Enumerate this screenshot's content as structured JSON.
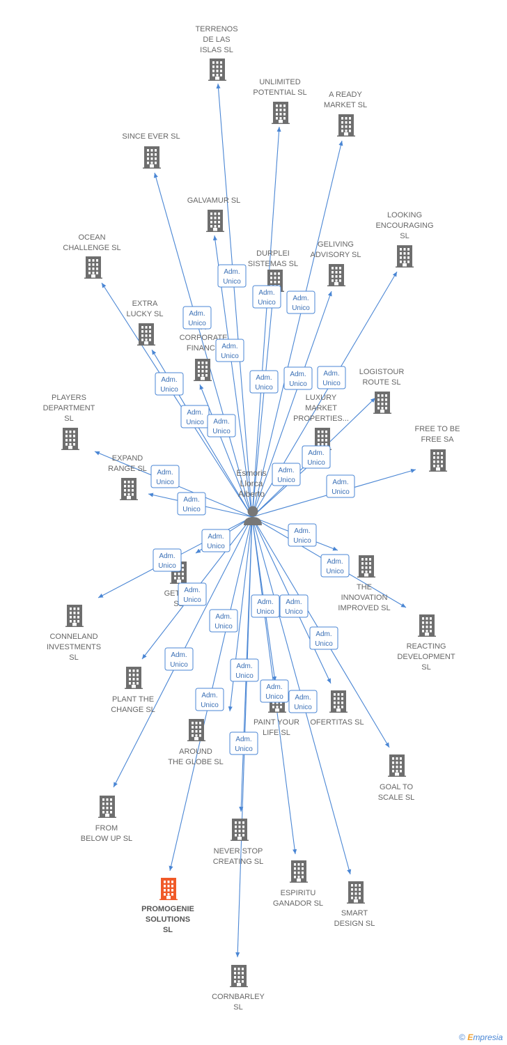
{
  "person": {
    "name_lines": [
      "Esmoris",
      "Llorca",
      "Alberto"
    ],
    "icon": "person-icon"
  },
  "badge": {
    "line1": "Adm.",
    "line2": "Unico"
  },
  "colors": {
    "edge": "#4a86d4",
    "building": "#6e6e6e",
    "highlight": "#f05a28"
  },
  "companies": [
    {
      "id": "terrenos",
      "lines": [
        "TERRENOS",
        "DE LAS",
        "ISLAS  SL"
      ]
    },
    {
      "id": "unlimited",
      "lines": [
        "UNLIMITED",
        "POTENTIAL  SL"
      ]
    },
    {
      "id": "aready",
      "lines": [
        "A READY",
        "MARKET  SL"
      ]
    },
    {
      "id": "sinceever",
      "lines": [
        "SINCE EVER  SL"
      ]
    },
    {
      "id": "galvamur",
      "lines": [
        "GALVAMUR  SL"
      ]
    },
    {
      "id": "looking",
      "lines": [
        "LOOKING",
        "ENCOURAGING",
        "SL"
      ]
    },
    {
      "id": "ocean",
      "lines": [
        "OCEAN",
        "CHALLENGE  SL"
      ]
    },
    {
      "id": "durplei",
      "lines": [
        "DURPLEI",
        "SISTEMAS  SL"
      ]
    },
    {
      "id": "geliving",
      "lines": [
        "GELIVING",
        "ADVISORY  SL"
      ]
    },
    {
      "id": "extralucky",
      "lines": [
        "EXTRA",
        "LUCKY  SL"
      ]
    },
    {
      "id": "corporate",
      "lines": [
        "A",
        "CORPORATE",
        "FINANCE"
      ]
    },
    {
      "id": "logistour",
      "lines": [
        "LOGISTOUR",
        "ROUTE  SL"
      ]
    },
    {
      "id": "players",
      "lines": [
        "PLAYERS",
        "DEPARTMENT",
        "SL"
      ]
    },
    {
      "id": "luxury",
      "lines": [
        "LUXURY",
        "MARKET",
        "PROPERTIES..."
      ]
    },
    {
      "id": "freetobe",
      "lines": [
        "FREE TO BE",
        "FREE SA"
      ]
    },
    {
      "id": "expand",
      "lines": [
        "EXPAND",
        "RANGE  SL"
      ]
    },
    {
      "id": "getna",
      "lines": [
        "GET NA",
        "SL"
      ]
    },
    {
      "id": "innovation",
      "lines": [
        "THE",
        "INNOVATION",
        "IMPROVED  SL"
      ]
    },
    {
      "id": "conneland",
      "lines": [
        "CONNELAND",
        "INVESTMENTS",
        "SL"
      ]
    },
    {
      "id": "reacting",
      "lines": [
        "REACTING",
        "DEVELOPMENT",
        "SL"
      ]
    },
    {
      "id": "plant",
      "lines": [
        "PLANT THE",
        "CHANGE  SL"
      ]
    },
    {
      "id": "paint",
      "lines": [
        "PAINT YOUR",
        "LIFE  SL"
      ]
    },
    {
      "id": "ofertitas",
      "lines": [
        "OFERTITAS  SL"
      ]
    },
    {
      "id": "around",
      "lines": [
        "AROUND",
        "THE GLOBE  SL"
      ]
    },
    {
      "id": "goal",
      "lines": [
        "GOAL TO",
        "SCALE  SL"
      ]
    },
    {
      "id": "frombelow",
      "lines": [
        "FROM",
        "BELOW UP  SL"
      ]
    },
    {
      "id": "neverstop",
      "lines": [
        "NEVER STOP",
        "CREATING  SL"
      ]
    },
    {
      "id": "espiritu",
      "lines": [
        "ESPIRITU",
        "GANADOR SL"
      ]
    },
    {
      "id": "smart",
      "lines": [
        "SMART",
        "DESIGN  SL"
      ]
    },
    {
      "id": "promogenie",
      "lines": [
        "PROMOGENIE",
        "SOLUTIONS",
        "SL"
      ],
      "highlight": true
    },
    {
      "id": "cornbarley",
      "lines": [
        "CORNBARLEY",
        "SL"
      ]
    }
  ],
  "footer": {
    "symbol": "©",
    "brand_e": "E",
    "brand_rest": "mpresia"
  }
}
